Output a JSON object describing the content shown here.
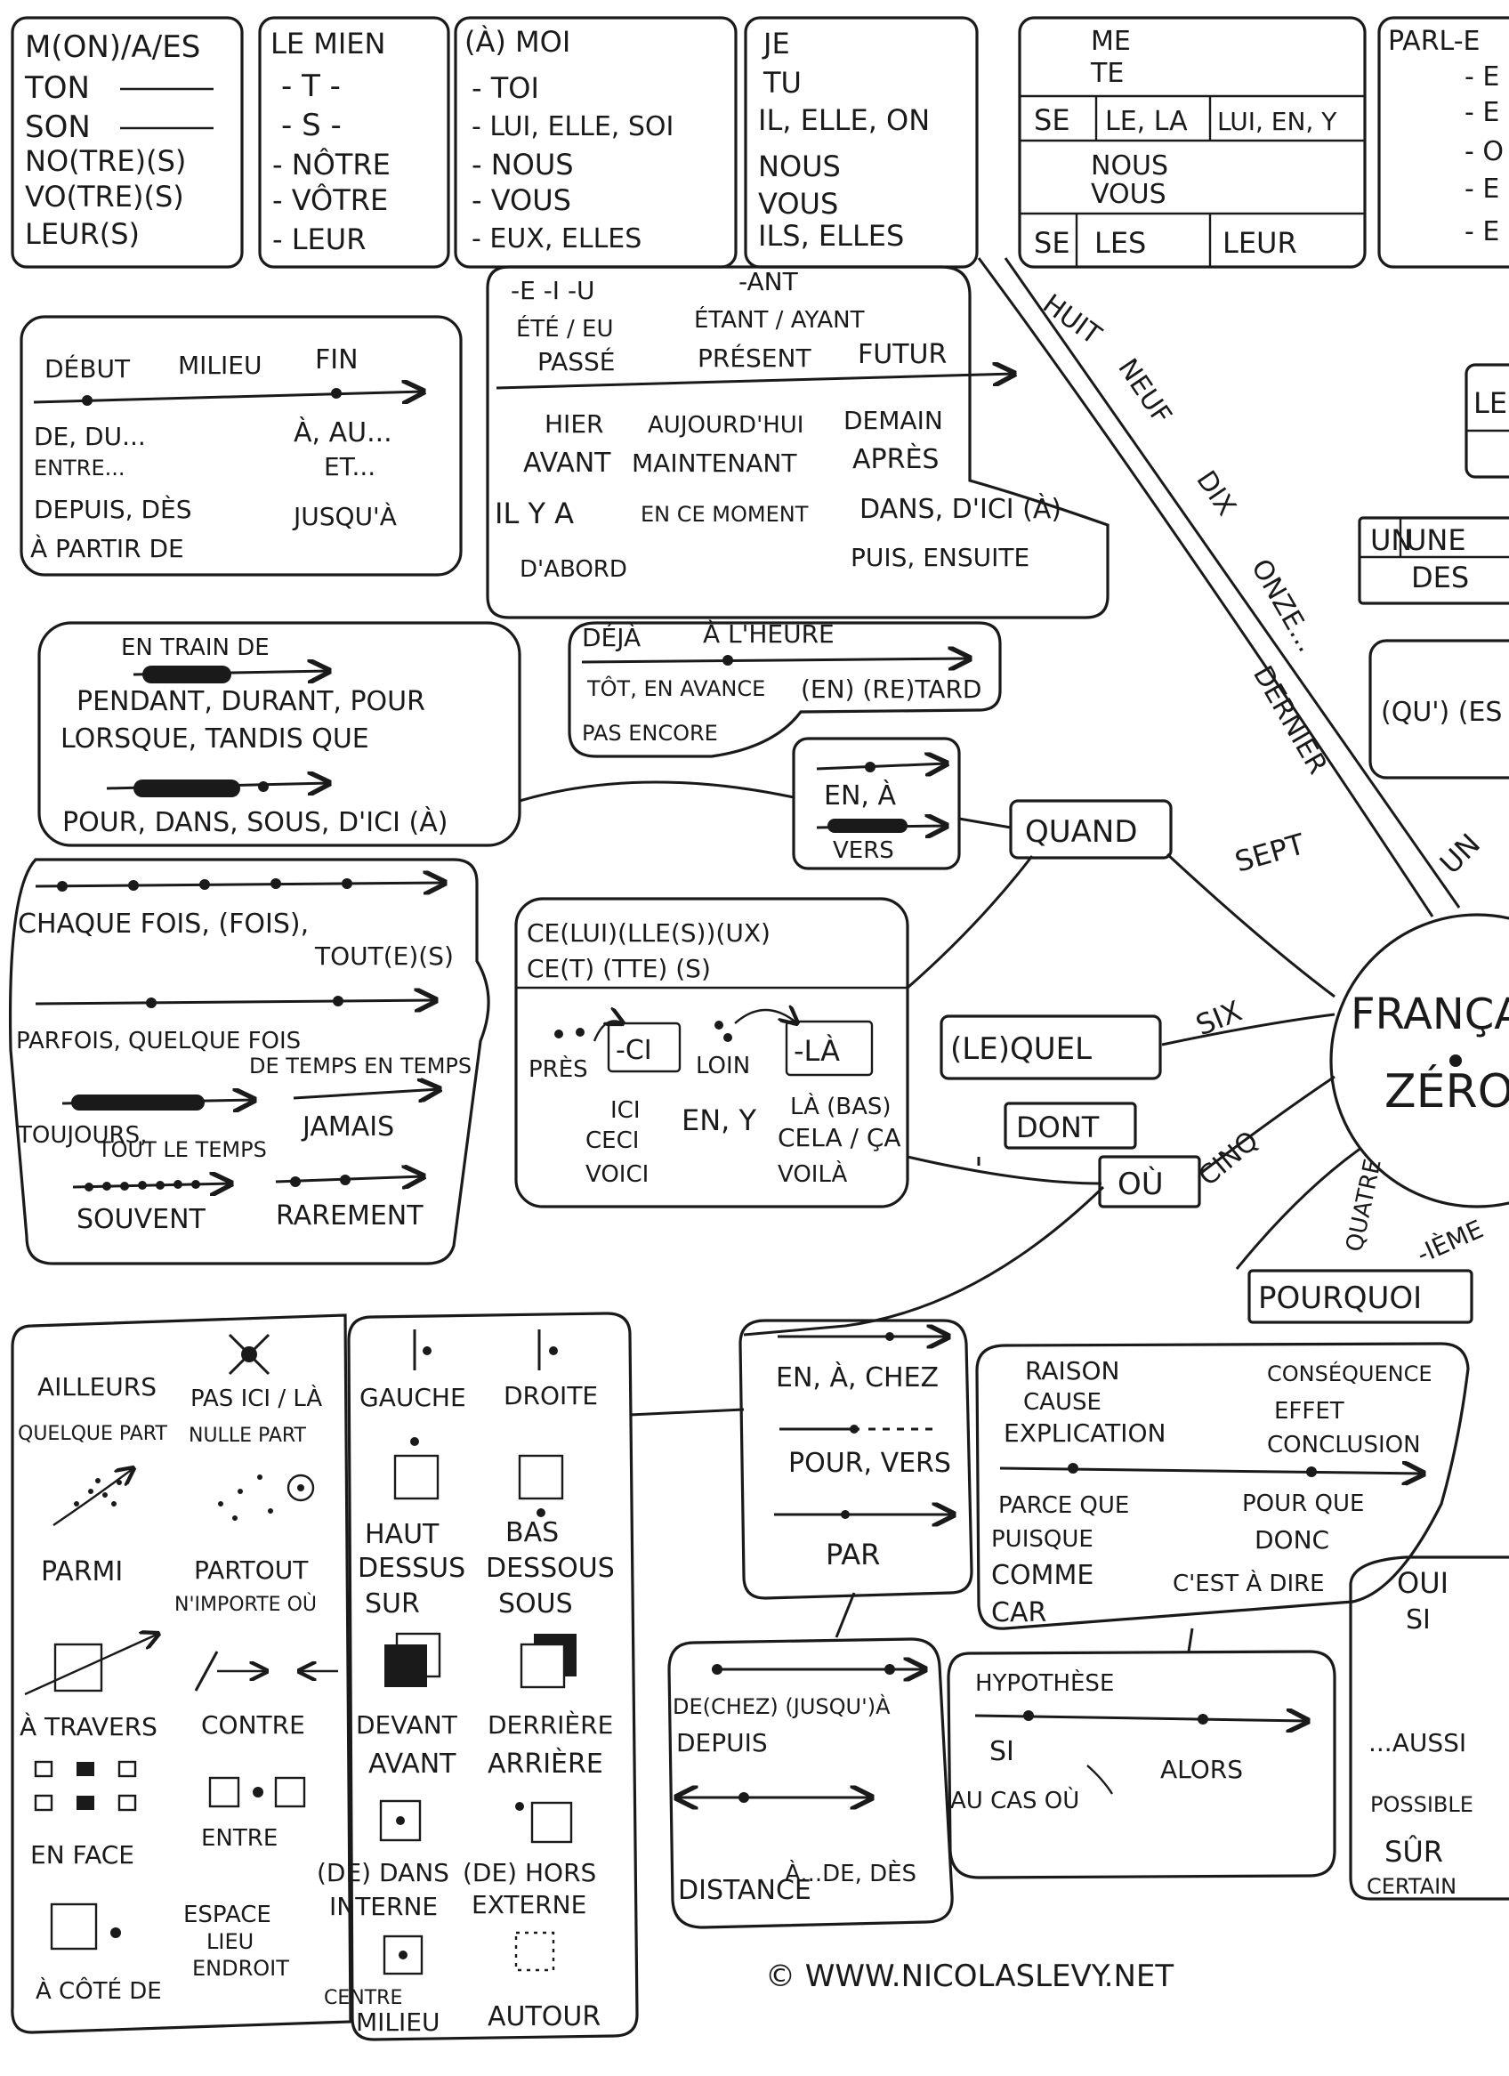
{
  "top": {
    "possessive_adj": [
      "M(ON)/A/ES",
      "TON",
      "SON",
      "NO(TRE)(S)",
      "VO(TRE)(S)",
      "LEUR(S)"
    ],
    "possessive_pron": [
      "LE MIEN",
      "- T -",
      "- S -",
      "- NÔTRE",
      "- VÔTRE",
      "- LEUR"
    ],
    "stressed_pron": [
      "(À) MOI",
      "- TOI",
      "- LUI, ELLE, SOI",
      "- NOUS",
      "- VOUS",
      "- EUX, ELLES"
    ],
    "subject_pron": [
      "JE",
      "TU",
      "IL, ELLE, ON",
      "NOUS",
      "VOUS",
      "ILS, ELLES"
    ],
    "object_pron": {
      "me": "ME",
      "te": "TE",
      "row1": [
        "SE",
        "LE, LA",
        "LUI, EN, Y"
      ],
      "nous": "NOUS",
      "vous": "VOUS",
      "row2": [
        "SE",
        "LES",
        "LEUR"
      ]
    },
    "parler": [
      "PARL-E",
      "- E",
      "- E",
      "- O",
      "- E",
      "- E"
    ]
  },
  "time_main": {
    "endings": "-E -I -U",
    "ete": "ÉTÉ / EU",
    "ant": "-ANT",
    "etant": "ÉTANT / AYANT",
    "passe": "PASSÉ",
    "present": "PRÉSENT",
    "futur": "FUTUR",
    "row1": [
      "HIER",
      "AUJOURD'HUI",
      "DEMAIN"
    ],
    "row2": [
      "AVANT",
      "MAINTENANT",
      "APRÈS"
    ],
    "row3": [
      "IL Y A",
      "EN CE MOMENT",
      "DANS, D'ICI (À)"
    ],
    "row4": [
      "D'ABORD",
      "PUIS, ENSUITE"
    ]
  },
  "debut_box": {
    "labels": [
      "DÉBUT",
      "MILIEU",
      "FIN"
    ],
    "left": [
      "DE, DU...",
      "ENTRE...",
      "DEPUIS, DÈS",
      "À PARTIR DE"
    ],
    "right": [
      "À, AU...",
      "ET...",
      "JUSQU'À"
    ]
  },
  "durant_box": {
    "entrain": "EN TRAIN DE",
    "line1": "PENDANT, DURANT, POUR",
    "line2": "LORSQUE, TANDIS QUE",
    "line3": "POUR, DANS, SOUS, D'ICI (À)"
  },
  "deja_box": {
    "deja": "DÉJÀ",
    "alheure": "À L'HEURE",
    "tot": "TÔT, EN AVANCE",
    "retard": "(EN) (RE)TARD",
    "pasencore": "PAS ENCORE"
  },
  "enavers": {
    "ena": "EN, À",
    "vers": "VERS"
  },
  "frequency": {
    "chaque": "CHAQUE FOIS, (FOIS),",
    "tout": "TOUT(E)(S)",
    "parfois": "PARFOIS, QUELQUE FOIS",
    "detemps": "DE TEMPS EN TEMPS",
    "toujours": "TOUJOURS,",
    "toutletemps": "TOUT LE TEMPS",
    "jamais": "JAMAIS",
    "souvent": "SOUVENT",
    "rarement": "RAREMENT"
  },
  "demonstrative": {
    "line1": "CE(LUI)(LLE(S))(UX)",
    "line2": "CE(T) (TTE) (S)",
    "pres": "PRÈS",
    "ci": "-CI",
    "loin": "LOIN",
    "la": "-LÀ",
    "left": [
      "ICI",
      "CECI",
      "VOICI"
    ],
    "middle": "EN, Y",
    "right": [
      "LÀ (BAS)",
      "CELA / ÇA",
      "VOILÀ"
    ]
  },
  "center": {
    "word1": "FRANÇA",
    "word2": "ZÉRO",
    "quand": "QUAND",
    "lequel": "(LE)QUEL",
    "dont": "DONT",
    "ou": "OÙ",
    "pourquoi": "POURQUOI",
    "numbers": {
      "un": "UN",
      "cinq": "CINQ",
      "six": "SIX",
      "sept": "SEPT",
      "quatre": "QUATRE",
      "ieme": "-IÈME",
      "huit": "HUIT",
      "neuf": "NEUF",
      "dix": "DIX",
      "onze": "ONZE...",
      "dernier": "DERNIER"
    }
  },
  "right_partials": {
    "le": "LE",
    "un": "UN",
    "une": "UNE",
    "des": "DES",
    "ques": "(QU') (ES",
    "oui": "OUI",
    "si": "SI",
    "aussi": "...AUSSI",
    "possible": "POSSIBLE",
    "sur": "SÛR",
    "certain": "CERTAIN"
  },
  "places": {
    "ailleurs": "AILLEURS",
    "quelquepart": "QUELQUE PART",
    "pasicila": "PAS ICI / LÀ",
    "nullepart": "NULLE PART",
    "parmi": "PARMI",
    "partout": "PARTOUT",
    "nimporteou": "N'IMPORTE OÙ",
    "atravers": "À TRAVERS",
    "contre": "CONTRE",
    "enface": "EN FACE",
    "entre": "ENTRE",
    "acotede": "À CÔTÉ DE",
    "espace": "ESPACE",
    "lieu": "LIEU",
    "endroit": "ENDROIT"
  },
  "positions": {
    "gauche": "GAUCHE",
    "droite": "DROITE",
    "haut": "HAUT",
    "bas": "BAS",
    "dessus": "DESSUS",
    "dessous": "DESSOUS",
    "sur": "SUR",
    "sous": "SOUS",
    "devant": "DEVANT",
    "derriere": "DERRIÈRE",
    "avant": "AVANT",
    "arriere": "ARRIÈRE",
    "dedans": "(DE) DANS",
    "dehors": "(DE) HORS",
    "interne": "INTERNE",
    "externe": "EXTERNE",
    "centre": "CENTRE",
    "milieu": "MILIEU",
    "autour": "AUTOUR"
  },
  "direction": {
    "enachez": "EN, À, CHEZ",
    "pourvers": "POUR, VERS",
    "par": "PAR"
  },
  "distance": {
    "dechez": "DE(CHEZ) (JUSQU')À",
    "depuis": "DEPUIS",
    "distance": "DISTANCE",
    "ade": "À...DE, DÈS"
  },
  "cause": {
    "raison": "RAISON",
    "causeword": "CAUSE",
    "explication": "EXPLICATION",
    "consequence": "CONSÉQUENCE",
    "effet": "EFFET",
    "conclusion": "CONCLUSION",
    "left": [
      "PARCE QUE",
      "PUISQUE",
      "COMME",
      "CAR"
    ],
    "right": [
      "POUR QUE",
      "DONC",
      "C'EST À DIRE"
    ]
  },
  "hypothese": {
    "title": "HYPOTHÈSE",
    "si": "SI",
    "alors": "ALORS",
    "aucasou": "AU CAS OÙ"
  },
  "footer": {
    "copyright": "© WWW.NICOLASLEVY.NET"
  }
}
